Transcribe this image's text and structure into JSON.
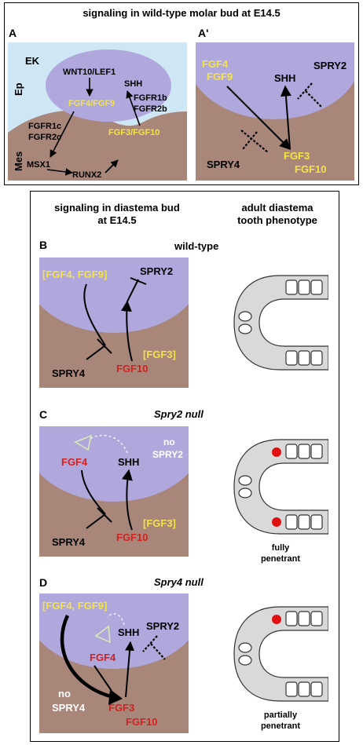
{
  "top": {
    "heading": "signaling in wild-type molar bud at E14.5",
    "panel_A": {
      "letter": "A",
      "ek": "EK",
      "ep": "Ep",
      "mes": "Mes",
      "wnt": "WNT10/LEF1",
      "fgf4_fgf9": "FGF4/FGF9",
      "shh": "SHH",
      "fgfr1b": "FGFR1b",
      "fgfr2b": "FGFR2b",
      "fgfr1c": "FGFR1c",
      "fgfr2c": "FGFR2c",
      "fgf3_fgf10": "FGF3/FGF10",
      "msx1": "MSX1",
      "runx2": "RUNX2"
    },
    "panel_A_prime": {
      "letter": "A'",
      "fgf4": "FGF4",
      "fgf9": "FGF9",
      "shh": "SHH",
      "spry2": "SPRY2",
      "spry4": "SPRY4",
      "fgf3": "FGF3",
      "fgf10": "FGF10"
    }
  },
  "bottom": {
    "heading_left_1": "signaling in diastema bud",
    "heading_left_2": "at E14.5",
    "heading_right_1": "adult diastema",
    "heading_right_2": "tooth phenotype",
    "panel_B": {
      "letter": "B",
      "title": "wild-type",
      "fgf4_fgf9": "[FGF4, FGF9]",
      "spry2": "SPRY2",
      "spry4": "SPRY4",
      "fgf3": "[FGF3]",
      "fgf10": "FGF10"
    },
    "panel_C": {
      "letter": "C",
      "title": "Spry2 null",
      "fgf4": "FGF4",
      "shh": "SHH",
      "no": "no",
      "spry2": "SPRY2",
      "spry4": "SPRY4",
      "fgf3": "[FGF3]",
      "fgf10": "FGF10",
      "caption_1": "fully",
      "caption_2": "penetrant"
    },
    "panel_D": {
      "letter": "D",
      "title": "Spry4 null",
      "fgf4_fgf9": "[FGF4, FGF9]",
      "shh": "SHH",
      "spry2": "SPRY2",
      "fgf4": "FGF4",
      "no": "no",
      "spry4": "SPRY4",
      "fgf3": "FGF3",
      "fgf10": "FGF10",
      "caption_1": "partially",
      "caption_2": "penetrant"
    }
  },
  "colors": {
    "sky": "#cfe6f5",
    "epithelium": "#b0a8dc",
    "mesenchyme": "#a8877a",
    "yellow_label": "#f2e34a",
    "red_label": "#d42020",
    "tooth_fill": "#d9d9d9",
    "extra_tooth": "#e01010"
  }
}
